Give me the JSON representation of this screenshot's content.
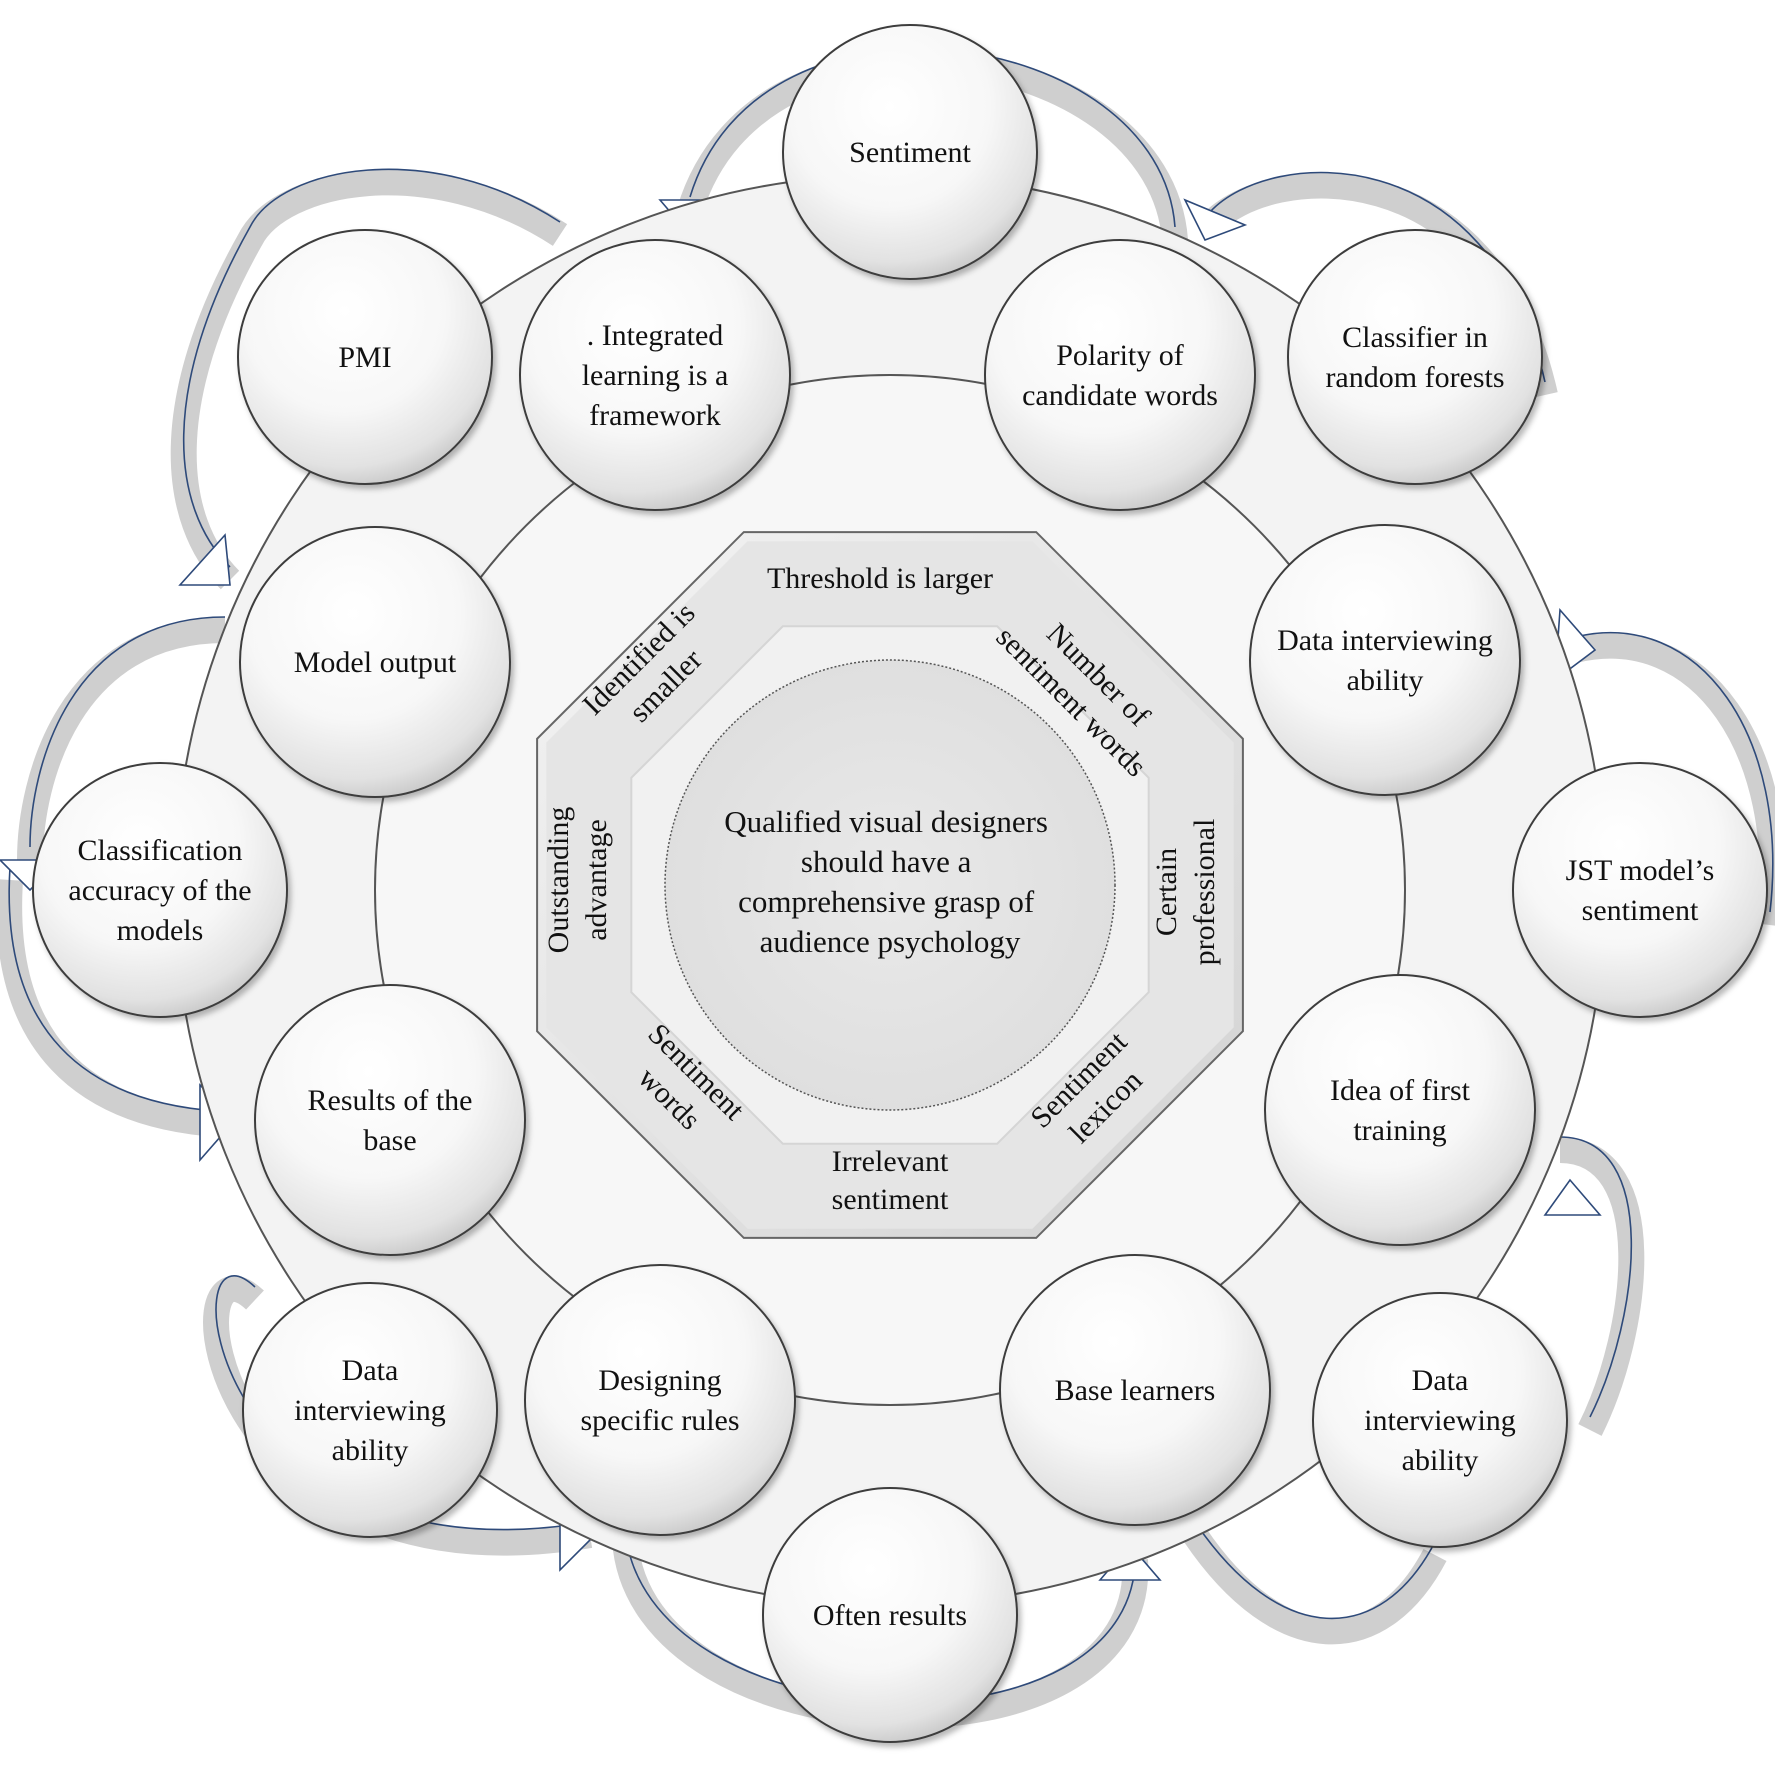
{
  "center": {
    "lines": [
      "Qualified visual designers",
      "should have a",
      "comprehensive grasp of",
      "audience psychology"
    ]
  },
  "octagon_labels": [
    {
      "id": "threshold",
      "lines": [
        "Threshold  is larger"
      ]
    },
    {
      "id": "number-of-sentiment-words",
      "lines": [
        "Number of",
        "sentiment words"
      ]
    },
    {
      "id": "certain-professional",
      "lines": [
        "Certain",
        "professional"
      ]
    },
    {
      "id": "sentiment-lexicon",
      "lines": [
        "Sentiment",
        "lexicon"
      ]
    },
    {
      "id": "irrelevant-sentiment",
      "lines": [
        "Irrelevant",
        "sentiment"
      ]
    },
    {
      "id": "sentiment-words",
      "lines": [
        "Sentiment",
        "words"
      ]
    },
    {
      "id": "outstanding-advantage",
      "lines": [
        "Outstanding",
        "advantage"
      ]
    },
    {
      "id": "identified-is-smaller",
      "lines": [
        "Identified is",
        "smaller"
      ]
    }
  ],
  "inner_nodes": [
    {
      "id": "integrated-learning",
      "lines": [
        ". Integrated",
        "learning is a",
        "framework"
      ]
    },
    {
      "id": "polarity-candidate-words",
      "lines": [
        "Polarity of",
        "candidate words"
      ]
    },
    {
      "id": "data-interviewing-ability-right",
      "lines": [
        "Data interviewing",
        "ability"
      ]
    },
    {
      "id": "idea-first-training",
      "lines": [
        "Idea of first",
        "training"
      ]
    },
    {
      "id": "base-learners",
      "lines": [
        "Base learners"
      ]
    },
    {
      "id": "designing-specific-rules",
      "lines": [
        "Designing",
        "specific rules"
      ]
    },
    {
      "id": "results-of-base",
      "lines": [
        "Results of the",
        "base"
      ]
    },
    {
      "id": "model-output",
      "lines": [
        "Model output"
      ]
    }
  ],
  "outer_nodes": [
    {
      "id": "sentiment",
      "lines": [
        "Sentiment"
      ]
    },
    {
      "id": "classifier-random-forests",
      "lines": [
        "Classifier in",
        "random forests"
      ]
    },
    {
      "id": "jst-model-sentiment",
      "lines": [
        "JST model’s",
        "sentiment"
      ]
    },
    {
      "id": "data-interviewing-ability-lower-right",
      "lines": [
        "Data",
        "interviewing",
        "ability"
      ]
    },
    {
      "id": "often-results",
      "lines": [
        "Often results"
      ]
    },
    {
      "id": "data-interviewing-ability-lower-left",
      "lines": [
        "Data",
        "interviewing",
        "ability"
      ]
    },
    {
      "id": "classification-accuracy",
      "lines": [
        "Classification",
        "accuracy of the",
        "models"
      ]
    },
    {
      "id": "pmi",
      "lines": [
        "PMI"
      ]
    }
  ],
  "colors": {
    "line": "#444444",
    "arrow_outline": "#2e4a7a",
    "arrow_band": "#cfcfcf",
    "ring_fill": "#f2f2f2",
    "octagon_fill": "#e6e6e6",
    "core_fill": "#e4e4e4"
  }
}
